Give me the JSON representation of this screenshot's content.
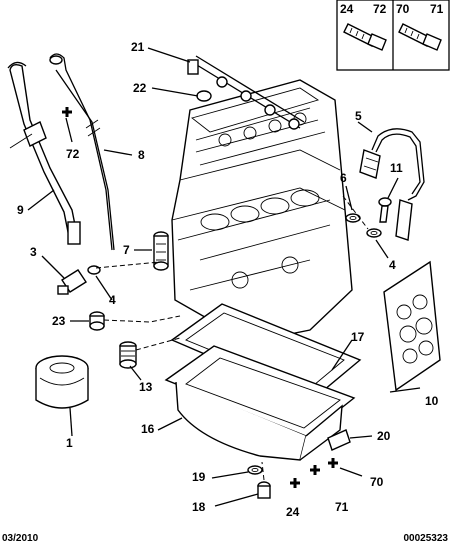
{
  "inset": {
    "left_a": "24",
    "left_b": "72",
    "right_a": "70",
    "right_b": "71"
  },
  "callouts": {
    "c1": "1",
    "c3": "3",
    "c4": "4",
    "c5": "5",
    "c6": "6",
    "c7": "7",
    "c8": "8",
    "c9": "9",
    "c10": "10",
    "c11": "11",
    "c13": "13",
    "c16": "16",
    "c17": "17",
    "c18": "18",
    "c19": "19",
    "c20": "20",
    "c21": "21",
    "c22": "22",
    "c23": "23",
    "c24": "24",
    "c70": "70",
    "c71": "71",
    "c72": "72"
  },
  "footer": {
    "date": "03/2010",
    "reference": "00025323"
  }
}
